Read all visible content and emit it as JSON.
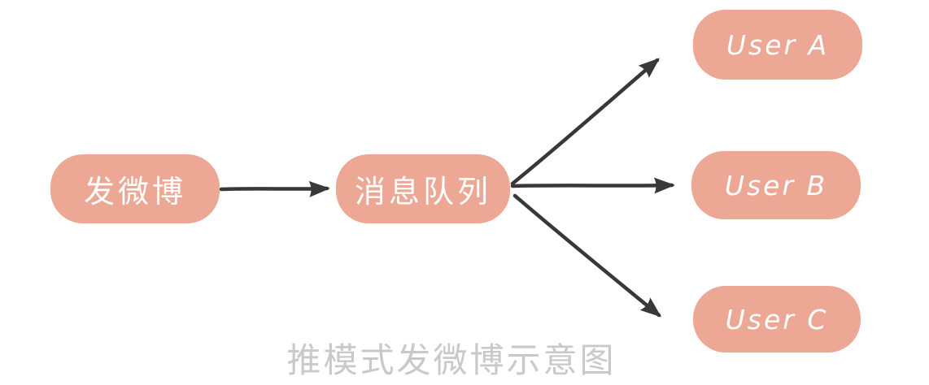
{
  "diagram": {
    "caption": "推模式发微博示意图",
    "nodes": [
      {
        "id": "post",
        "label": "发微博"
      },
      {
        "id": "queue",
        "label": "消息队列"
      },
      {
        "id": "userA",
        "label": "User A"
      },
      {
        "id": "userB",
        "label": "User B"
      },
      {
        "id": "userC",
        "label": "User C"
      }
    ],
    "edges": [
      {
        "from": "发微博",
        "to": "消息队列"
      },
      {
        "from": "消息队列",
        "to": "User A"
      },
      {
        "from": "消息队列",
        "to": "User B"
      },
      {
        "from": "消息队列",
        "to": "User C"
      }
    ],
    "colors": {
      "node_fill": "#ECA894",
      "node_text": "#ffffff",
      "arrow": "#383838",
      "caption": "#c9c9c9",
      "background": "#ffffff"
    }
  }
}
